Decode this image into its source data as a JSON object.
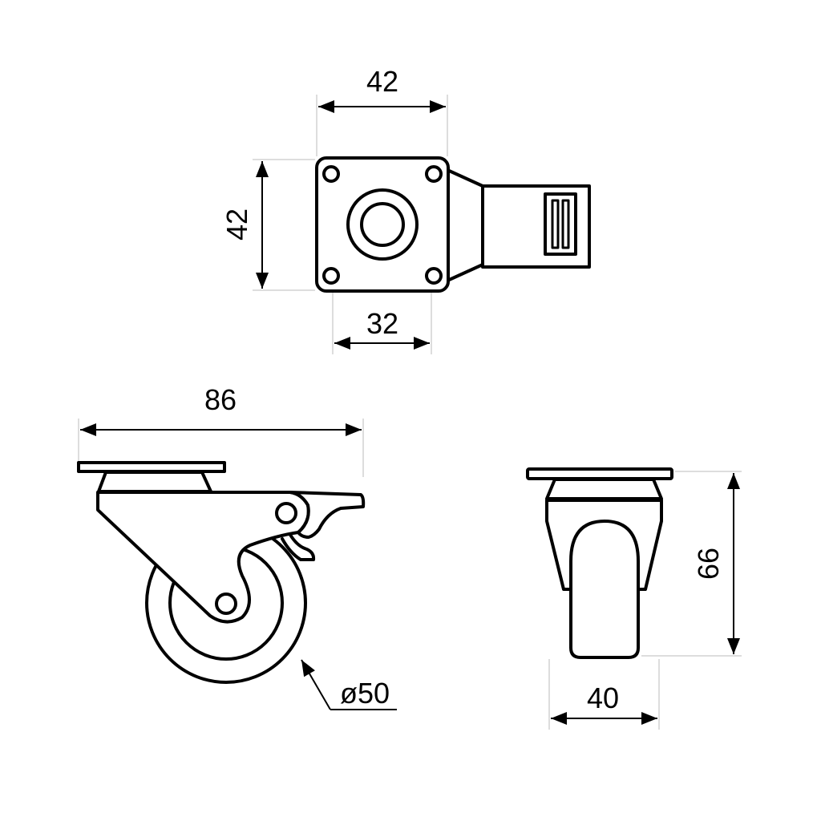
{
  "dimensions": {
    "top_width": "42",
    "top_height": "42",
    "hole_spacing": "32",
    "overall_length": "86",
    "wheel_diameter": "ø50",
    "overall_height": "66",
    "wheel_width": "40"
  },
  "colors": {
    "line": "#000000",
    "extension": "#bbbbbb",
    "background": "#ffffff"
  }
}
